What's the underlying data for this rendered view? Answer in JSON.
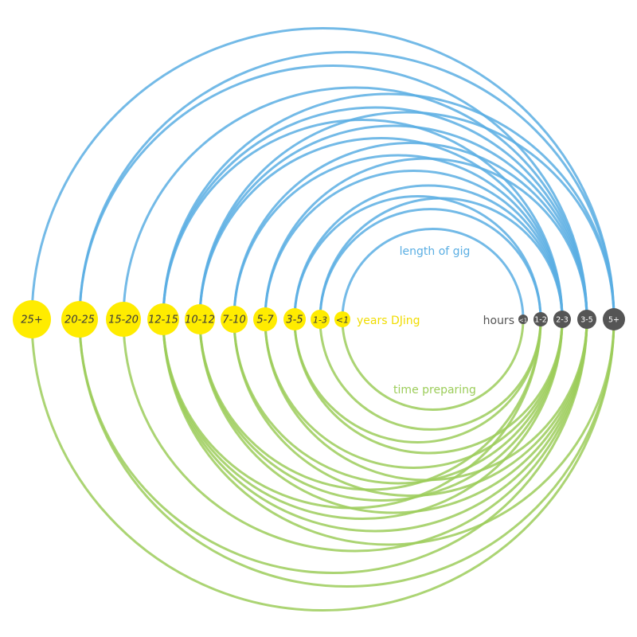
{
  "labels": {
    "top_caption": "length of gig",
    "bottom_caption": "time preparing",
    "years_axis": "years DJing",
    "hours_axis": "hours"
  },
  "colors": {
    "top_arcs": "#5aaee3",
    "bottom_arcs": "#9ccd5a",
    "years_nodes": "#ffec00",
    "hours_nodes": "#555555",
    "years_caption": "#f0dc00",
    "hours_caption": "#555555"
  },
  "years_nodes": [
    "25+",
    "20-25",
    "15-20",
    "12-15",
    "10-12",
    "7-10",
    "5-7",
    "3-5",
    "1-3",
    "<1"
  ],
  "hours_nodes": [
    "<1",
    "1-2",
    "2-3",
    "3-5",
    "5+"
  ],
  "gig_connections": [
    {
      "years": "25+",
      "hours": "5+"
    },
    {
      "years": "20-25",
      "hours": "5+"
    },
    {
      "years": "20-25",
      "hours": "3-5"
    },
    {
      "years": "15-20",
      "hours": "3-5"
    },
    {
      "years": "12-15",
      "hours": "5+"
    },
    {
      "years": "12-15",
      "hours": "3-5"
    },
    {
      "years": "12-15",
      "hours": "2-3"
    },
    {
      "years": "10-12",
      "hours": "5+"
    },
    {
      "years": "10-12",
      "hours": "3-5"
    },
    {
      "years": "10-12",
      "hours": "2-3"
    },
    {
      "years": "7-10",
      "hours": "3-5"
    },
    {
      "years": "7-10",
      "hours": "2-3"
    },
    {
      "years": "5-7",
      "hours": "3-5"
    },
    {
      "years": "5-7",
      "hours": "2-3"
    },
    {
      "years": "3-5",
      "hours": "2-3"
    },
    {
      "years": "3-5",
      "hours": "1-2"
    },
    {
      "years": "1-3",
      "hours": "2-3"
    },
    {
      "years": "1-3",
      "hours": "1-2"
    },
    {
      "years": "<1",
      "hours": "<1"
    }
  ],
  "prep_connections": [
    {
      "years": "25+",
      "hours": "5+"
    },
    {
      "years": "20-25",
      "hours": "5+"
    },
    {
      "years": "20-25",
      "hours": "3-5"
    },
    {
      "years": "15-20",
      "hours": "3-5"
    },
    {
      "years": "12-15",
      "hours": "5+"
    },
    {
      "years": "12-15",
      "hours": "3-5"
    },
    {
      "years": "12-15",
      "hours": "2-3"
    },
    {
      "years": "12-15",
      "hours": "1-2"
    },
    {
      "years": "10-12",
      "hours": "3-5"
    },
    {
      "years": "10-12",
      "hours": "2-3"
    },
    {
      "years": "10-12",
      "hours": "1-2"
    },
    {
      "years": "7-10",
      "hours": "3-5"
    },
    {
      "years": "7-10",
      "hours": "2-3"
    },
    {
      "years": "5-7",
      "hours": "3-5"
    },
    {
      "years": "5-7",
      "hours": "2-3"
    },
    {
      "years": "3-5",
      "hours": "2-3"
    },
    {
      "years": "3-5",
      "hours": "1-2"
    },
    {
      "years": "1-3",
      "hours": "1-2"
    },
    {
      "years": "<1",
      "hours": "<1"
    }
  ]
}
